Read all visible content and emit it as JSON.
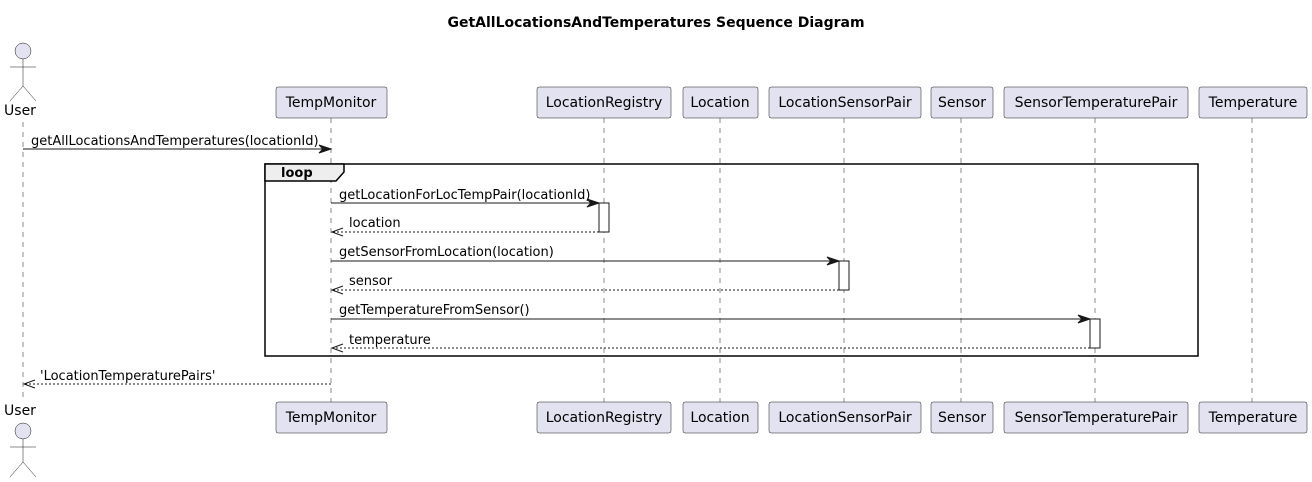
{
  "title": "GetAllLocationsAndTemperatures Sequence Diagram",
  "actor": {
    "label": "User"
  },
  "participants": [
    "TempMonitor",
    "LocationRegistry",
    "Location",
    "LocationSensorPair",
    "Sensor",
    "SensorTemperaturePair",
    "Temperature"
  ],
  "loop": {
    "label": "loop"
  },
  "messages": [
    {
      "from": "User",
      "to": "TempMonitor",
      "text": "getAllLocationsAndTemperatures(locationId)",
      "kind": "sync"
    },
    {
      "from": "TempMonitor",
      "to": "LocationRegistry",
      "text": "getLocationForLocTempPair(locationId)",
      "kind": "sync"
    },
    {
      "from": "LocationRegistry",
      "to": "TempMonitor",
      "text": "location",
      "kind": "return"
    },
    {
      "from": "TempMonitor",
      "to": "LocationSensorPair",
      "text": "getSensorFromLocation(location)",
      "kind": "sync"
    },
    {
      "from": "LocationSensorPair",
      "to": "TempMonitor",
      "text": "sensor",
      "kind": "return"
    },
    {
      "from": "TempMonitor",
      "to": "SensorTemperaturePair",
      "text": "getTemperatureFromSensor()",
      "kind": "sync"
    },
    {
      "from": "SensorTemperaturePair",
      "to": "TempMonitor",
      "text": "temperature",
      "kind": "return"
    },
    {
      "from": "TempMonitor",
      "to": "User",
      "text": "'LocationTemperaturePairs'",
      "kind": "return"
    }
  ]
}
